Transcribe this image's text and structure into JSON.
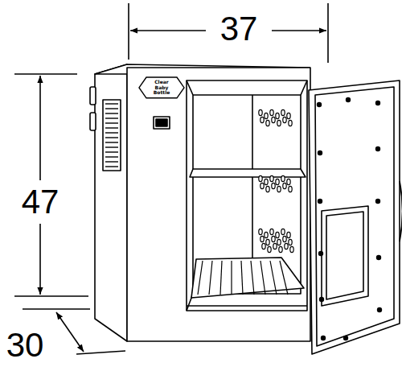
{
  "diagram": {
    "nodes": [
      {
        "text": [
          "Clear Baby Bottle"
        ]
      }
    ],
    "labels": [
      "37",
      "47",
      "30"
    ]
  }
}
